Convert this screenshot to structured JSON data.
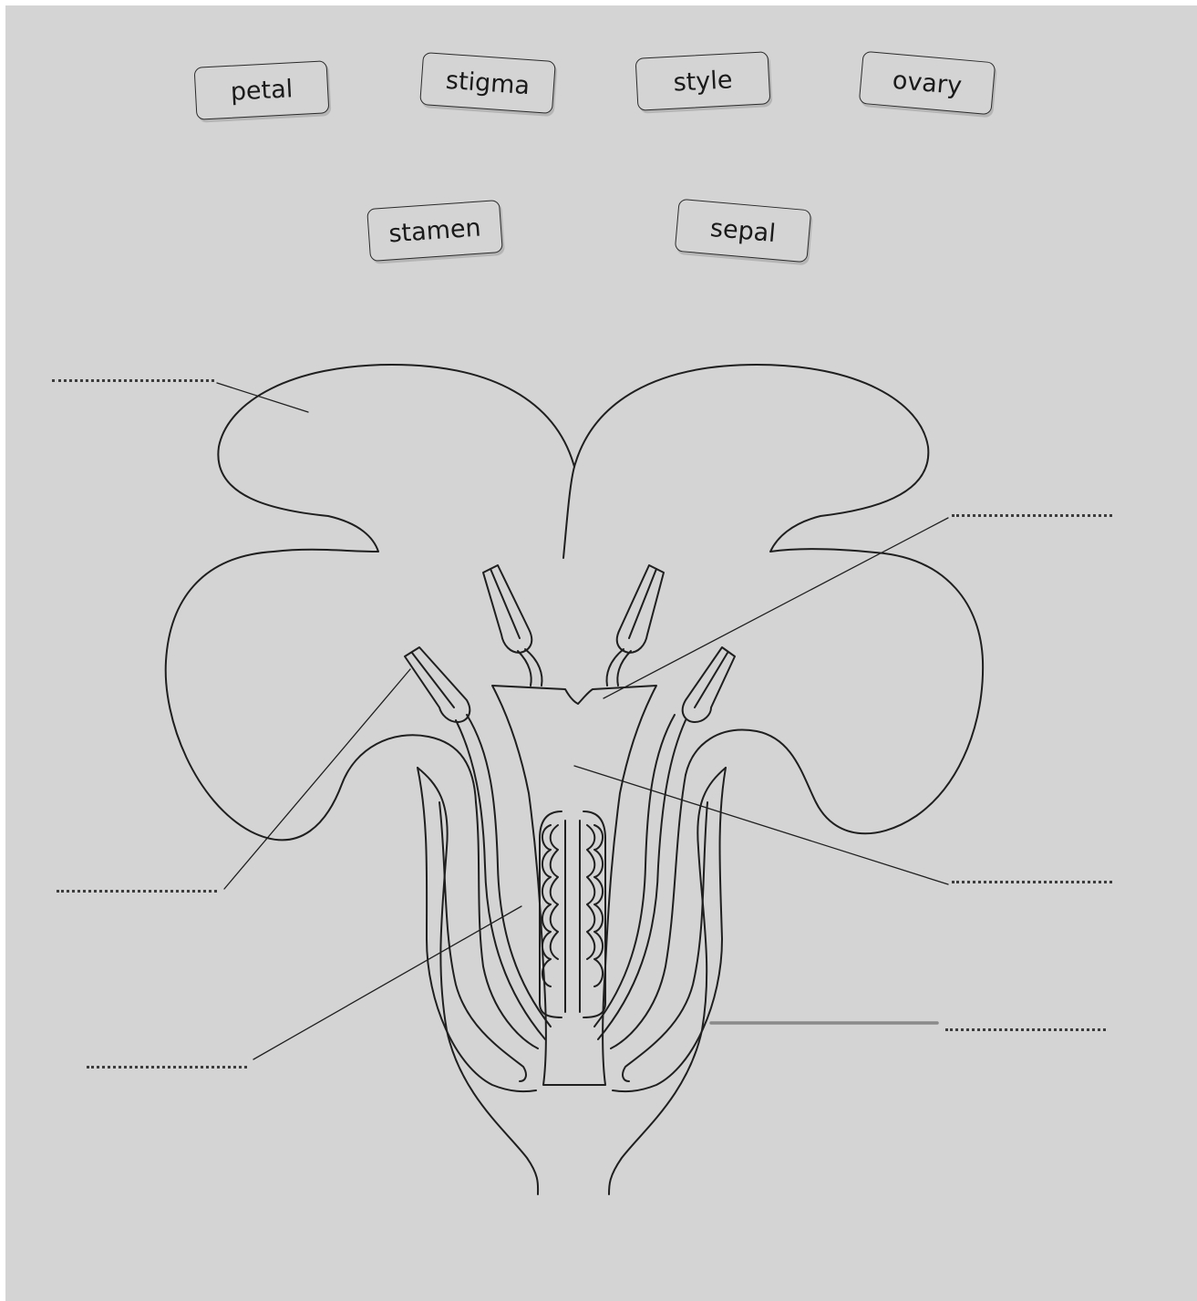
{
  "word_bank": [
    "petal",
    "stigma",
    "style",
    "ovary",
    "stamen",
    "sepal"
  ],
  "answer_blanks": [
    {
      "id": "blank-upper-left",
      "value": ""
    },
    {
      "id": "blank-upper-right",
      "value": ""
    },
    {
      "id": "blank-middle-left",
      "value": ""
    },
    {
      "id": "blank-middle-right",
      "value": ""
    },
    {
      "id": "blank-lower-left",
      "value": ""
    },
    {
      "id": "blank-lower-right",
      "value": ""
    }
  ]
}
